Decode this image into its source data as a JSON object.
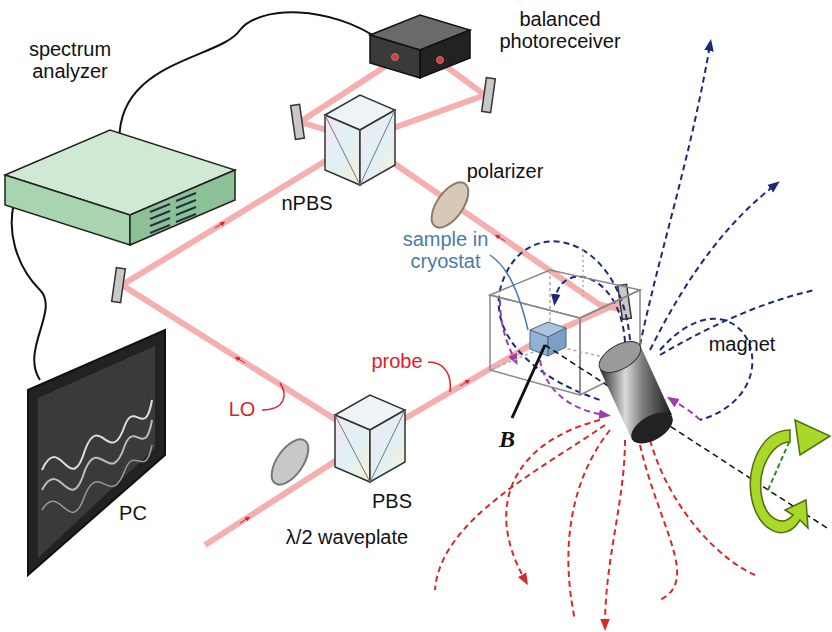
{
  "diagram": {
    "labels": [
      "balanced photoreceiver",
      "spectrum analyzer",
      "polarizer",
      "nPBS",
      "sample in cryostat",
      "magnet",
      "probe",
      "LO",
      "B",
      "PBS",
      "λ/2 waveplate",
      "PC"
    ]
  }
}
